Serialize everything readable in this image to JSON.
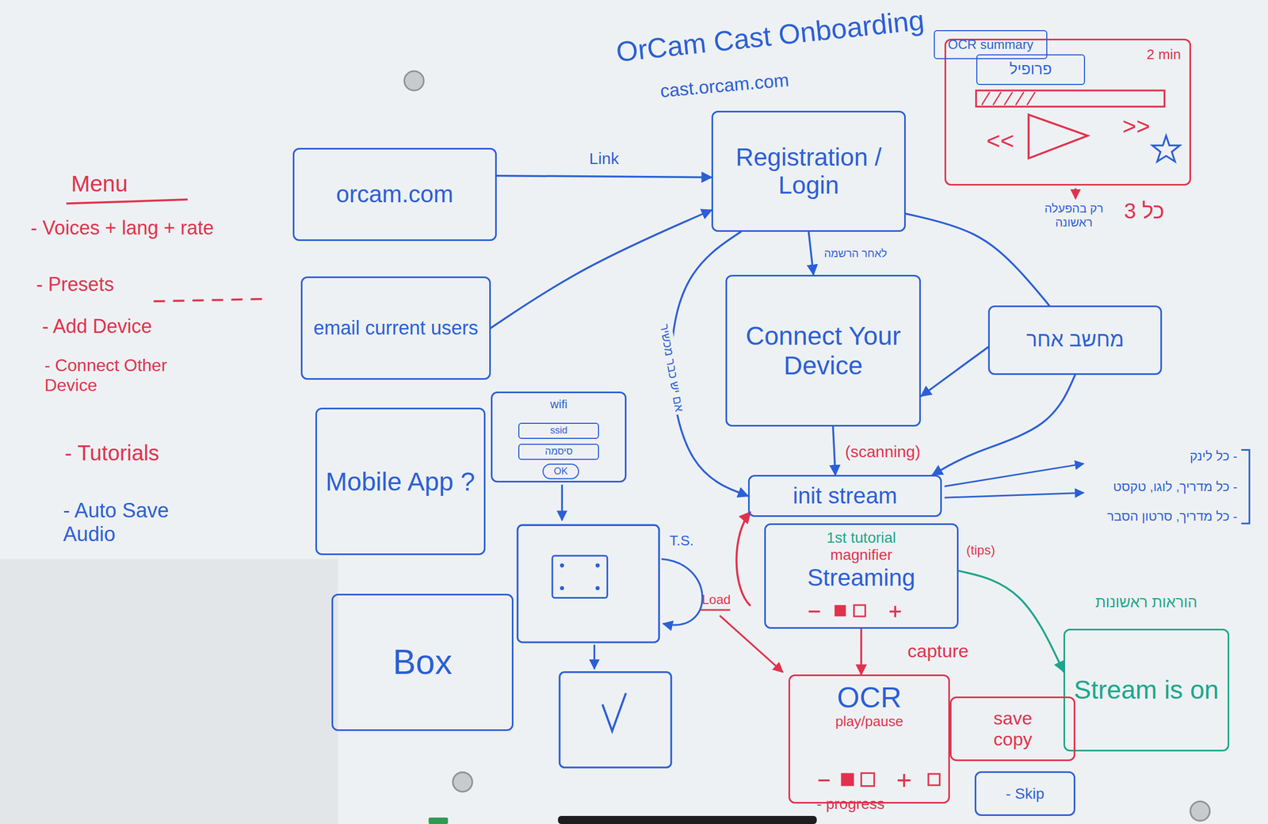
{
  "diagram": {
    "title": "OrCam Cast Onboarding",
    "nodes": [
      {
        "text": [
          "orcam.com"
        ]
      },
      {
        "text": [
          "email current users"
        ]
      },
      {
        "text": [
          "Registration / Login"
        ]
      },
      {
        "text": [
          "<<",
          ">>"
        ]
      },
      {
        "text": [
          "OCR summary"
        ],
        "in": 3
      },
      {
        "text": [
          "פרופיל"
        ],
        "in": 3
      },
      {
        "text": [
          "Connect Your Device"
        ]
      },
      {
        "text": [
          "מחשב אחר"
        ]
      },
      {
        "text": [
          "Mobile App ?"
        ]
      },
      {
        "text": [
          "wifi"
        ]
      },
      {
        "text": [
          "ssid"
        ],
        "in": 9
      },
      {
        "text": [
          "סיסמה"
        ],
        "in": 9
      },
      {
        "text": [
          "OK"
        ],
        "in": 9
      },
      {
        "text": [
          "Box"
        ]
      },
      {
        "text": [
          "init stream"
        ]
      },
      {
        "text": [
          "1st tutorial",
          "magnifier",
          "Streaming"
        ]
      },
      {
        "text": [
          "הוראות ראשונות",
          "Stream is on"
        ]
      },
      {
        "text": [
          "OCR",
          "play/pause"
        ]
      },
      {
        "text": [
          "save",
          "copy"
        ]
      },
      {
        "text": [
          "- Skip"
        ]
      }
    ],
    "edges": [
      {
        "from": 0,
        "to": 2,
        "label": "Link",
        "arrow": "to"
      },
      {
        "from": 1,
        "to": 2,
        "arrow": "to"
      },
      {
        "from": 2,
        "to": 6,
        "label": "לאחר הרשמה",
        "arrow": "to"
      },
      {
        "from": 2,
        "to": 7,
        "arrow": "none"
      },
      {
        "from": 7,
        "to": 6,
        "arrow": "to"
      },
      {
        "from": 7,
        "to": 14,
        "arrow": "to"
      },
      {
        "from": 2,
        "to": 14,
        "label": "אם יש כבר מכשיר",
        "arrow": "to"
      },
      {
        "from": 6,
        "to": 14,
        "arrow": "to"
      },
      {
        "from": 15,
        "to": 16,
        "arrow": "to"
      },
      {
        "from": 15,
        "to": 17,
        "label": "capture",
        "arrow": "to"
      }
    ],
    "labels": [
      "cast.orcam.com",
      "Menu",
      "- Voices + lang + rate",
      "- Presets",
      "- Add Device",
      "- Connect Other Device",
      "- Tutorials",
      "- Auto Save Audio",
      "2 min",
      "רק בהפעלה ראשונה",
      "כל 3",
      "(scanning)",
      "- כל לינק",
      "- כל מדריך, לוגו, טקסט",
      "- כל מדריך, סרטון הסבר",
      "T.S.",
      "(tips)",
      "Load",
      "- progress"
    ]
  }
}
